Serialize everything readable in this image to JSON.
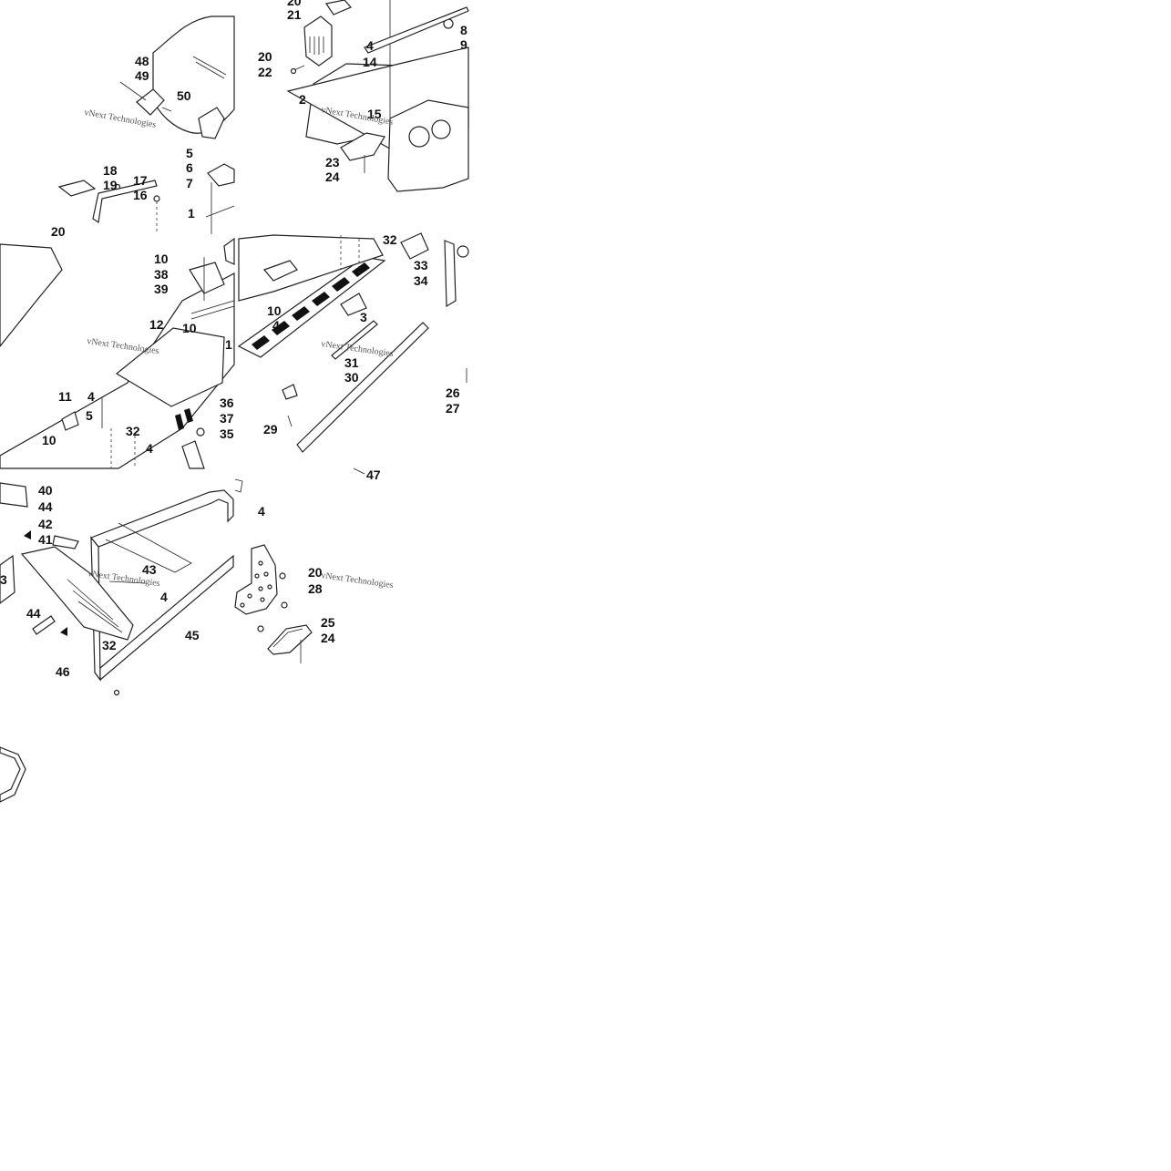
{
  "watermark": "vNext Technologies",
  "panels": {
    "top_left": {
      "callouts": [
        "48",
        "49",
        "50",
        "18",
        "19",
        "17",
        "16",
        "5",
        "6",
        "7",
        "1",
        "20"
      ]
    },
    "top_right": {
      "callouts": [
        "20",
        "21",
        "20",
        "22",
        "2",
        "4",
        "9",
        "8",
        "14",
        "15",
        "23",
        "24"
      ]
    },
    "mid_left": {
      "callouts": [
        "10",
        "38",
        "39",
        "12",
        "10",
        "1",
        "11",
        "4",
        "5",
        "10",
        "32",
        "4",
        "36",
        "37",
        "35"
      ]
    },
    "mid_right": {
      "callouts": [
        "32",
        "33",
        "34",
        "10",
        "4",
        "3",
        "31",
        "30",
        "29",
        "26",
        "27",
        "47"
      ]
    },
    "bottom_left": {
      "callouts": [
        "40",
        "44",
        "42",
        "41",
        "3",
        "44",
        "43",
        "4",
        "45",
        "32",
        "46"
      ]
    },
    "bottom_right": {
      "callouts": [
        "4",
        "20",
        "28",
        "25",
        "24"
      ]
    }
  }
}
